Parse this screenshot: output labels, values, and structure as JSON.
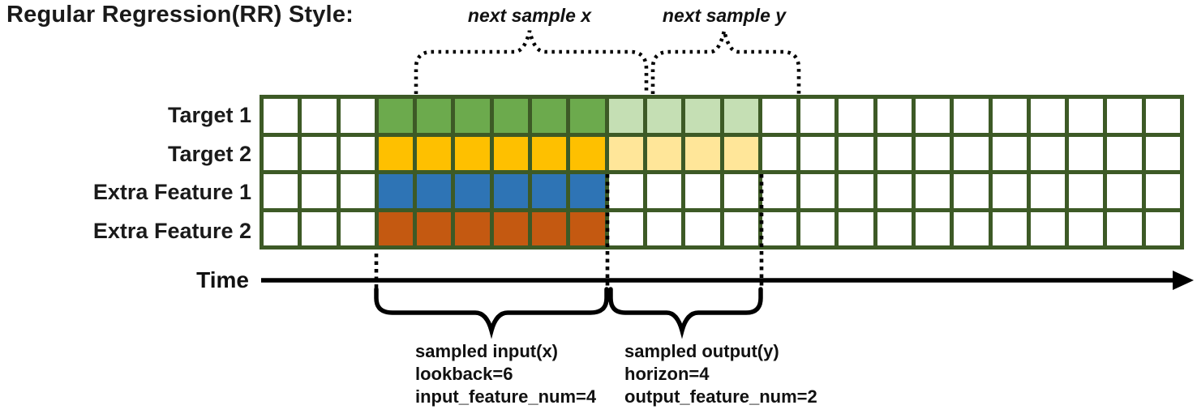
{
  "title": "Regular Regression(RR) Style:",
  "diagram": {
    "columns": 24,
    "lookback_start_col": 3,
    "lookback_cells": 6,
    "horizon_cells": 4,
    "grid_line_color": "#3d5a26",
    "empty_cell_color": "#ffffff",
    "rows": [
      {
        "label": "Target 1",
        "cell_color": "#6caa4d",
        "horizon_color": "#c5dfb4",
        "has_horizon": true
      },
      {
        "label": "Target 2",
        "cell_color": "#fec000",
        "horizon_color": "#ffe699",
        "has_horizon": true
      },
      {
        "label": "Extra Feature 1",
        "cell_color": "#2e74b5",
        "horizon_color": null,
        "has_horizon": false
      },
      {
        "label": "Extra Feature 2",
        "cell_color": "#c45911",
        "horizon_color": null,
        "has_horizon": false
      }
    ]
  },
  "annotations": {
    "next_sample_x": "next sample x",
    "next_sample_y": "next sample y",
    "time_label": "Time",
    "sampled_input_lines": [
      "sampled input(x)",
      "lookback=6",
      "input_feature_num=4"
    ],
    "sampled_output_lines": [
      "sampled output(y)",
      "horizon=4",
      "output_feature_num=2"
    ],
    "line_color": "#000000"
  }
}
